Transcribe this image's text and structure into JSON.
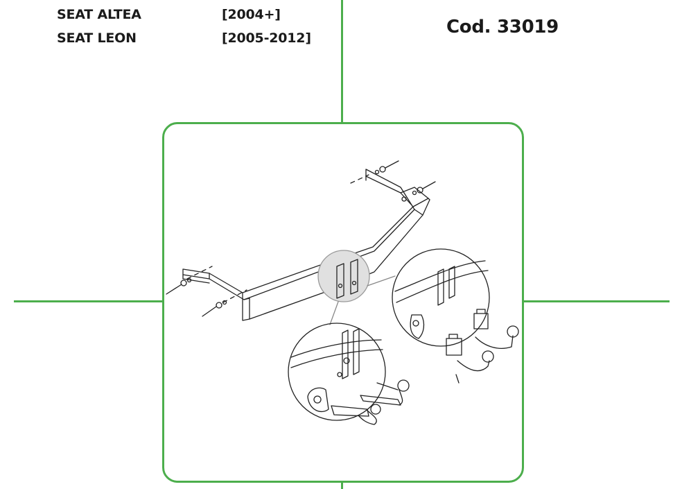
{
  "vehicles": [
    {
      "model": "SEAT ALTEA",
      "years": "[2004+]"
    },
    {
      "model": "SEAT LEON",
      "years": "[2005-2012]"
    }
  ],
  "product_code": "Cod. 33019",
  "colors": {
    "accent_green": "#4cae4c",
    "line_art": "#222222",
    "text": "#1a1a1a"
  },
  "illustration": {
    "subject": "tow-bar-assembly-drawing",
    "parts": [
      "crossbar-beam",
      "mounting-bolts",
      "center-bracket-detail",
      "detachable-ball-hitch",
      "fixed-ball-hitch",
      "electrical-socket"
    ]
  }
}
